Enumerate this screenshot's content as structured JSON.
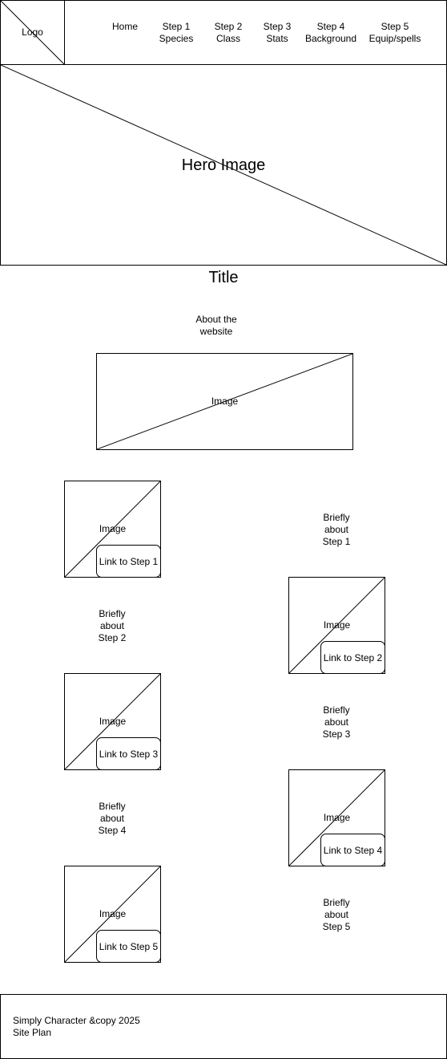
{
  "header": {
    "logo_label": "Logo",
    "nav": [
      {
        "label": "Home"
      },
      {
        "label": "Step 1\nSpecies"
      },
      {
        "label": "Step 2\nClass"
      },
      {
        "label": "Step 3\nStats"
      },
      {
        "label": "Step 4\nBackground"
      },
      {
        "label": "Step 5\nEquip/spells"
      }
    ]
  },
  "hero": {
    "label": "Hero Image"
  },
  "main": {
    "title": "Title",
    "about": "About the\nwebsite",
    "image_label": "Image",
    "steps": [
      {
        "image_label": "Image",
        "link": "Link to Step 1",
        "brief": "Briefly\nabout\nStep 1"
      },
      {
        "image_label": "Image",
        "link": "Link to Step 2",
        "brief": "Briefly\nabout\nStep 2"
      },
      {
        "image_label": "Image",
        "link": "Link to Step 3",
        "brief": "Briefly\nabout\nStep 3"
      },
      {
        "image_label": "Image",
        "link": "Link to Step 4",
        "brief": "Briefly\nabout\nStep 4"
      },
      {
        "image_label": "Image",
        "link": "Link to Step 5",
        "brief": "Briefly\nabout\nStep 5"
      }
    ]
  },
  "footer": {
    "copyright": "Simply Character &copy 2025",
    "site_plan": "Site Plan"
  }
}
